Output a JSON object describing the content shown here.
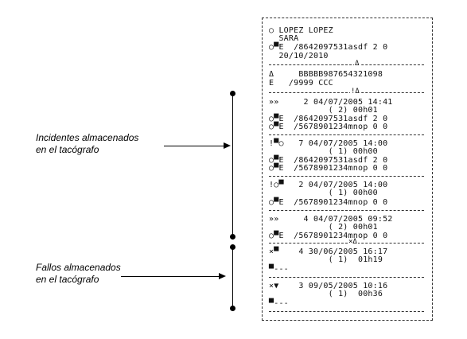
{
  "labels": {
    "incidents": [
      "Incidentes almacenados",
      "en el tacógrafo"
    ],
    "faults": [
      "Fallos almacenados",
      "en el tacógrafo"
    ]
  },
  "printout": {
    "lines": [
      "○ LOPEZ LOPEZ",
      "  SARA",
      "○▀E  /8642097531asdf 2 0",
      "  20/10/2010",
      "Δ     BBBBB987654321098",
      "E   /9999 CCC",
      "»»     2 04/07/2005 14:41",
      "            ( 2) 00h01",
      "○▀E  /8642097531asdf 2 0",
      "○▀E  /5678901234mnop 0 0",
      "!▀○   7 04/07/2005 14:00",
      "            ( 1) 00h00",
      "○▀E  /8642097531asdf 2 0",
      "○▀E  /5678901234mnop 0 0",
      "!○▀   2 04/07/2005 14:00",
      "            ( 1) 00h00",
      "○▀E  /5678901234mnop 0 0",
      "»»     4 04/07/2005 09:52",
      "            ( 2) 00h01",
      "○▀E  /5678901234mnop 0 0",
      "×▀    4 30/06/2005 16:17",
      "            ( 1)  01h19",
      "▀---",
      "×▼    3 09/05/2005 10:16",
      "            ( 1)  00h36",
      "▀---"
    ],
    "separator_marks": [
      "Δ",
      "!Δ",
      "×Δ"
    ]
  }
}
